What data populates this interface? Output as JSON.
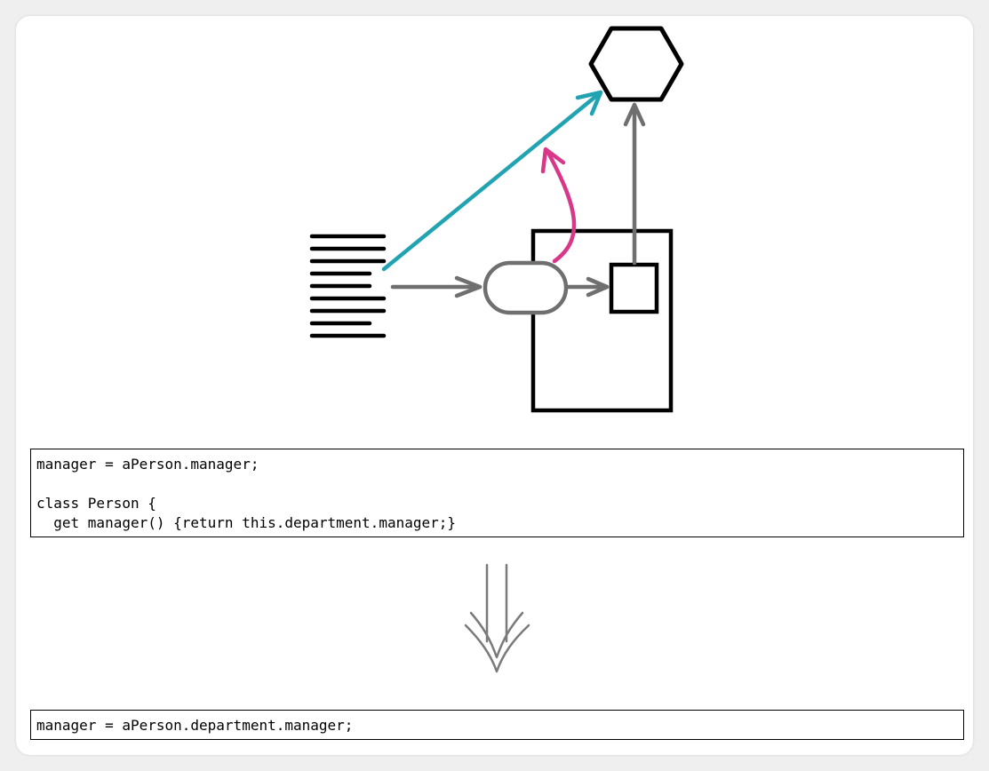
{
  "colors": {
    "teal": "#22a3b2",
    "magenta": "#d9378a",
    "gray": "#6f6f6f",
    "black": "#000000"
  },
  "code_before": {
    "lines": [
      "manager = aPerson.manager;",
      "",
      "class Person {",
      "  get manager() {return this.department.manager;}"
    ]
  },
  "code_after": {
    "lines": [
      "manager = aPerson.department.manager;"
    ]
  },
  "icons": [
    "document-lines-icon",
    "person-object-icon",
    "department-object-icon",
    "hexagon-icon",
    "down-double-arrow-icon"
  ]
}
